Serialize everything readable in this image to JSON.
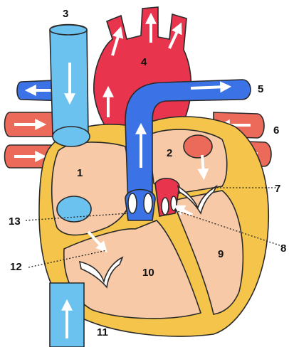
{
  "labels": {
    "l1": "1",
    "l2": "2",
    "l3": "3",
    "l4": "4",
    "l5": "5",
    "l6": "6",
    "l7": "7",
    "l8": "8",
    "l9": "9",
    "l10": "10",
    "l11": "11",
    "l12": "12",
    "l13": "13"
  },
  "colors": {
    "oxygenated_blood": "#e8354d",
    "deoxygenated_blood": "#3b73e6",
    "vena_cava": "#6cc2ef",
    "pulmonary_vein": "#ec6a5a",
    "heart_wall": "#f4c54a",
    "chamber": "#f7c9a6",
    "valve": "#ffffff",
    "arrow": "#ffffff"
  }
}
